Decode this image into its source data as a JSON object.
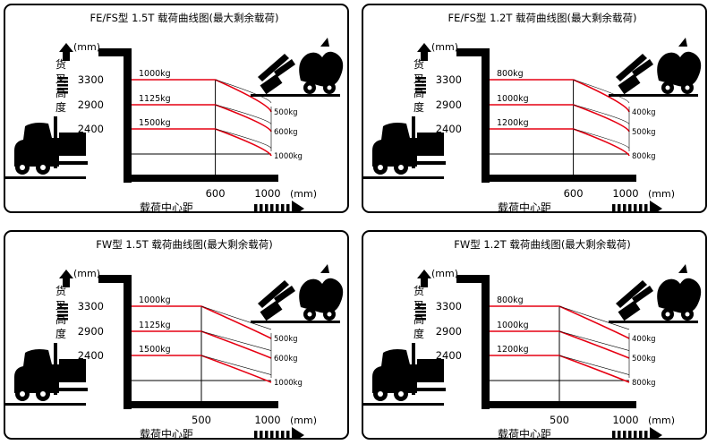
{
  "panels": [
    {
      "title": "FE/FS型 1.5T 载荷曲线图(最大剩余载荷)",
      "y_unit": "(mm)",
      "x_unit": "(mm)",
      "y_label_chars": [
        "货",
        "叉",
        "高",
        "度"
      ],
      "x_label": "载荷中心距",
      "chart_data": {
        "type": "line",
        "title": "FE/FS型 1.5T 载荷曲线图(最大剩余载荷)",
        "xlabel": "载荷中心距",
        "ylabel": "货叉高度",
        "x_ticks": [
          "600",
          "1000"
        ],
        "y_ticks": [
          "3300",
          "2900",
          "2400"
        ],
        "knee_x": 600,
        "series": [
          {
            "name": "3300",
            "start_label": "1000kg",
            "end_label": "500kg",
            "x": [
              0,
              600,
              1000
            ],
            "load_kg": [
              1000,
              1000,
              500
            ]
          },
          {
            "name": "2900",
            "start_label": "1125kg",
            "end_label": "600kg",
            "x": [
              0,
              600,
              1000
            ],
            "load_kg": [
              1125,
              1125,
              600
            ]
          },
          {
            "name": "2400",
            "start_label": "1500kg",
            "end_label": "1000kg",
            "x": [
              0,
              600,
              1000
            ],
            "load_kg": [
              1500,
              1500,
              1000
            ]
          }
        ]
      }
    },
    {
      "title": "FE/FS型 1.2T 载荷曲线图(最大剩余载荷)",
      "y_unit": "(mm)",
      "x_unit": "(mm)",
      "y_label_chars": [
        "货",
        "叉",
        "高",
        "度"
      ],
      "x_label": "载荷中心距",
      "chart_data": {
        "type": "line",
        "title": "FE/FS型 1.2T 载荷曲线图(最大剩余载荷)",
        "xlabel": "载荷中心距",
        "ylabel": "货叉高度",
        "x_ticks": [
          "600",
          "1000"
        ],
        "y_ticks": [
          "3300",
          "2900",
          "2400"
        ],
        "knee_x": 600,
        "series": [
          {
            "name": "3300",
            "start_label": "800kg",
            "end_label": "400kg",
            "x": [
              0,
              600,
              1000
            ],
            "load_kg": [
              800,
              800,
              400
            ]
          },
          {
            "name": "2900",
            "start_label": "1000kg",
            "end_label": "500kg",
            "x": [
              0,
              600,
              1000
            ],
            "load_kg": [
              1000,
              1000,
              500
            ]
          },
          {
            "name": "2400",
            "start_label": "1200kg",
            "end_label": "800kg",
            "x": [
              0,
              600,
              1000
            ],
            "load_kg": [
              1200,
              1200,
              800
            ]
          }
        ]
      }
    },
    {
      "title": "FW型 1.5T 载荷曲线图(最大剩余载荷)",
      "y_unit": "(mm)",
      "x_unit": "(mm)",
      "y_label_chars": [
        "货",
        "叉",
        "高",
        "度"
      ],
      "x_label": "载荷中心距",
      "chart_data": {
        "type": "line",
        "title": "FW型 1.5T 载荷曲线图(最大剩余载荷)",
        "xlabel": "载荷中心距",
        "ylabel": "货叉高度",
        "x_ticks": [
          "500",
          "1000"
        ],
        "y_ticks": [
          "3300",
          "2900",
          "2400"
        ],
        "knee_x": 500,
        "series": [
          {
            "name": "3300",
            "start_label": "1000kg",
            "end_label": "500kg",
            "x": [
              0,
              500,
              1000
            ],
            "load_kg": [
              1000,
              1000,
              500
            ]
          },
          {
            "name": "2900",
            "start_label": "1125kg",
            "end_label": "600kg",
            "x": [
              0,
              500,
              1000
            ],
            "load_kg": [
              1125,
              1125,
              600
            ]
          },
          {
            "name": "2400",
            "start_label": "1500kg",
            "end_label": "1000kg",
            "x": [
              0,
              500,
              1000
            ],
            "load_kg": [
              1500,
              1500,
              1000
            ]
          }
        ]
      }
    },
    {
      "title": "FW型 1.2T 载荷曲线图(最大剩余载荷)",
      "y_unit": "(mm)",
      "x_unit": "(mm)",
      "y_label_chars": [
        "货",
        "叉",
        "高",
        "度"
      ],
      "x_label": "载荷中心距",
      "chart_data": {
        "type": "line",
        "title": "FW型 1.2T 载荷曲线图(最大剩余载荷)",
        "xlabel": "载荷中心距",
        "ylabel": "货叉高度",
        "x_ticks": [
          "500",
          "1000"
        ],
        "y_ticks": [
          "3300",
          "2900",
          "2400"
        ],
        "knee_x": 500,
        "series": [
          {
            "name": "3300",
            "start_label": "800kg",
            "end_label": "400kg",
            "x": [
              0,
              500,
              1000
            ],
            "load_kg": [
              800,
              800,
              400
            ]
          },
          {
            "name": "2900",
            "start_label": "1000kg",
            "end_label": "500kg",
            "x": [
              0,
              500,
              1000
            ],
            "load_kg": [
              1000,
              1000,
              500
            ]
          },
          {
            "name": "2400",
            "start_label": "1200kg",
            "end_label": "800kg",
            "x": [
              0,
              500,
              1000
            ],
            "load_kg": [
              1200,
              1200,
              800
            ]
          }
        ]
      }
    }
  ],
  "colors": {
    "curve": "#e60012",
    "grid": "#000000",
    "panel_border": "#000000"
  },
  "icons": [
    "forklift-icon",
    "tipping-forklift-icon",
    "up-arrow-icon",
    "right-arrow-icon"
  ]
}
